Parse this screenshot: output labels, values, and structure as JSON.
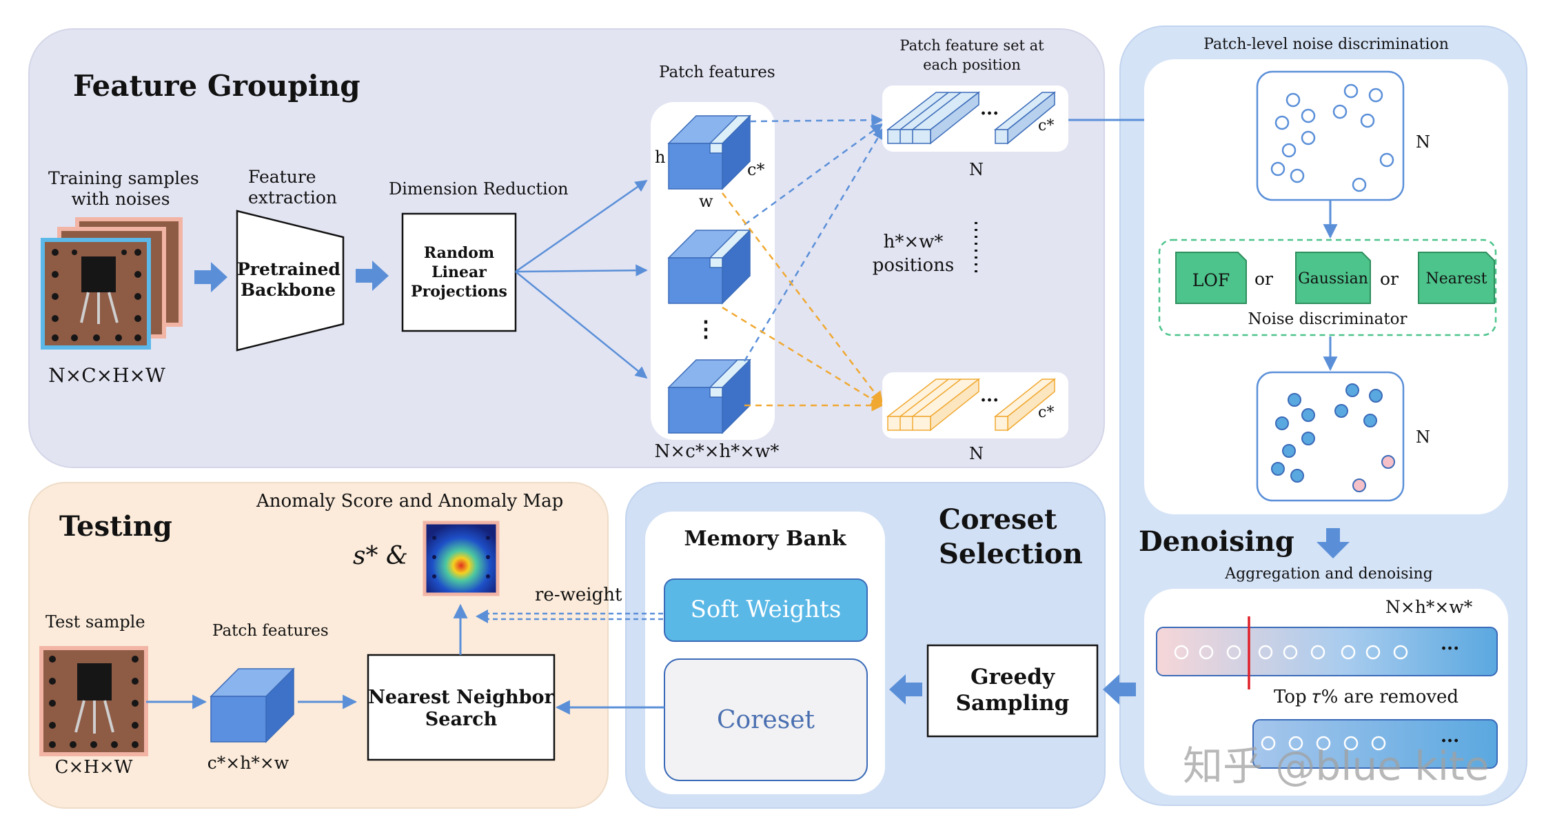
{
  "feature_grouping": {
    "title": "Feature Grouping",
    "training_samples_label": [
      "Training samples",
      "with noises"
    ],
    "input_shape": "N×C×H×W",
    "feature_extraction_label": [
      "Feature",
      "extraction"
    ],
    "backbone_label": [
      "Pretrained",
      "Backbone"
    ],
    "dimension_reduction_label": "Dimension Reduction",
    "projection_label": [
      "Random",
      "Linear",
      "Projections"
    ],
    "patch_features_label": "Patch features",
    "cube_h": "h",
    "cube_w": "w",
    "cube_c": "c*",
    "ellipsis": "⋮",
    "patch_shape": "N×c*×h*×w*",
    "feature_set_label": [
      "Patch feature set at",
      "each position"
    ],
    "set_dots": "···",
    "set_c": "c*",
    "set_n": "N",
    "positions_label": [
      "h*×w*",
      "positions"
    ]
  },
  "denoising": {
    "title": "Denoising",
    "discrimination_label": "Patch-level noise discrimination",
    "n_label": "N",
    "methods": [
      "LOF",
      "Gaussian",
      "Nearest"
    ],
    "or": "or",
    "discriminator_label": "Noise discriminator",
    "aggregation_label": "Aggregation and denoising",
    "bar_shape": "N×h*×w*",
    "bar_dots": "···",
    "removed_label": "Top 𝜏%  are removed"
  },
  "coreset_selection": {
    "title": [
      "Coreset",
      "Selection"
    ],
    "memory_bank_label": "Memory Bank",
    "soft_weights_label": "Soft Weights",
    "coreset_label": "Coreset",
    "greedy_label": [
      "Greedy",
      "Sampling"
    ]
  },
  "testing": {
    "title": "Testing",
    "score_map_label": "Anomaly Score and Anomaly  Map",
    "score_symbol": "s* &",
    "reweight_label": "re-weight",
    "test_sample_label": "Test sample",
    "test_shape": "C×H×W",
    "patch_features_label": "Patch features",
    "patch_shape": "c*×h*×w",
    "nn_search_label": [
      "Nearest Neighbor",
      "Search"
    ]
  },
  "watermark": "知乎 @blue kite",
  "colors": {
    "panel_lavender": "#E2E4F2",
    "panel_blue": "#D2E0F5",
    "panel_light": "#DCE8F8",
    "panel_peach": "#FCEBDA",
    "cube_blue": "#5B8FE0",
    "arrow_blue": "#5A8FD8",
    "arrow_orange": "#F0A830",
    "green_box": "#4DC48C",
    "soft_weights": "#5AB8E6",
    "red_line": "#E0202A"
  }
}
